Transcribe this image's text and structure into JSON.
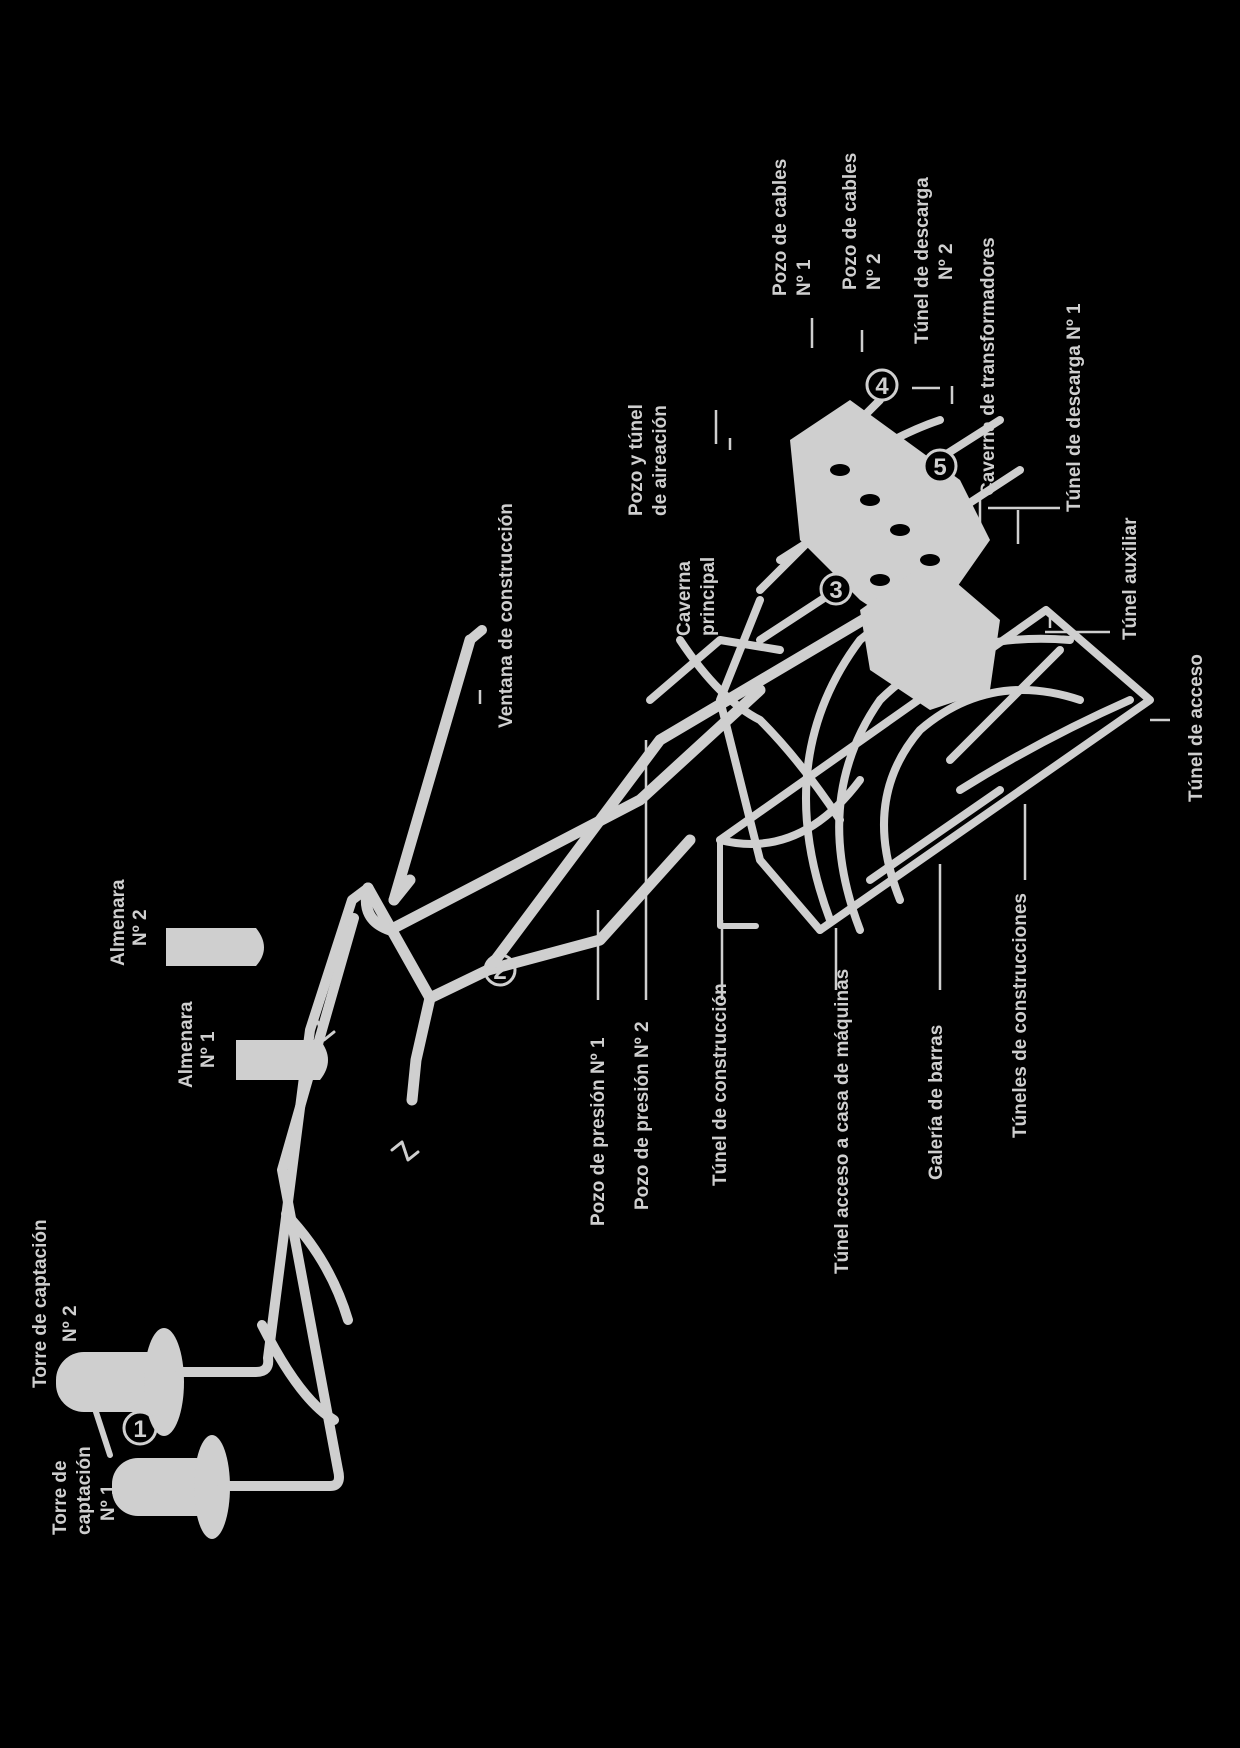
{
  "colors": {
    "background": "#000000",
    "ink": "#cfcfcf"
  },
  "labels": {
    "torre_1": [
      "Torre de",
      "captación",
      "Nº 1"
    ],
    "torre_2": [
      "Torre de captación",
      "Nº 2"
    ],
    "almenara_1": [
      "Almenara",
      "Nº 1"
    ],
    "almenara_2": [
      "Almenara",
      "Nº 2"
    ],
    "ventana": "Ventana de construcción",
    "pozo_presion_1": "Pozo de presión Nº 1",
    "pozo_presion_2": "Pozo de presión Nº 2",
    "tunel_construccion": "Túnel de construcción",
    "tunel_acceso_maquinas": "Túnel acceso a casa de máquinas",
    "galeria_barras": "Galería de barras",
    "tuneles_construcciones": "Túneles de construcciones",
    "tunel_acceso": "Túnel de acceso",
    "tunel_auxiliar": "Túnel auxiliar",
    "tunel_descarga_1": "Túnel de descarga Nº 1",
    "caverna_transformadores": "Caverna de transformadores",
    "tunel_descarga_2": [
      "Túnel de descarga",
      "Nº 2"
    ],
    "pozo_cables_2": [
      "Pozo de cables",
      "Nº 2"
    ],
    "pozo_cables_1": [
      "Pozo de cables",
      "Nº 1"
    ],
    "pozo_tunel_aireacion": [
      "Pozo y túnel",
      "de aireación"
    ],
    "caverna_principal": [
      "Caverna",
      "principal"
    ]
  },
  "markers": [
    "1",
    "2",
    "3",
    "4",
    "5"
  ]
}
